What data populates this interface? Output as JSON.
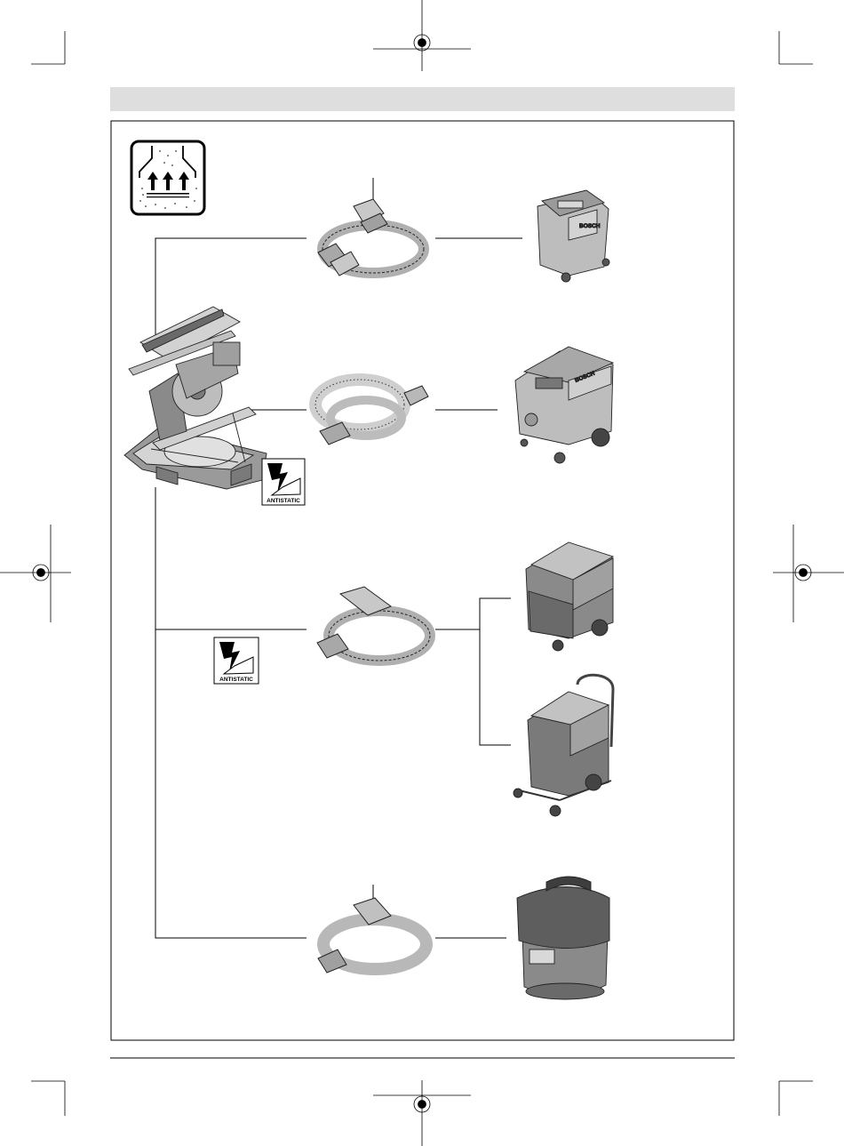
{
  "badges": {
    "antistatic_1": "ANTISTATIC",
    "antistatic_2": "ANTISTATIC"
  },
  "vacuums": {
    "v2_brand": "BOSCH",
    "v1_brand": "BOSCH"
  },
  "icons": {
    "extraction": "dust-extraction-icon",
    "antistatic": "antistatic-lightning-icon"
  },
  "colors": {
    "header_bar": "#dedede",
    "line": "#000000",
    "part_gray": "#c8c8c8"
  }
}
